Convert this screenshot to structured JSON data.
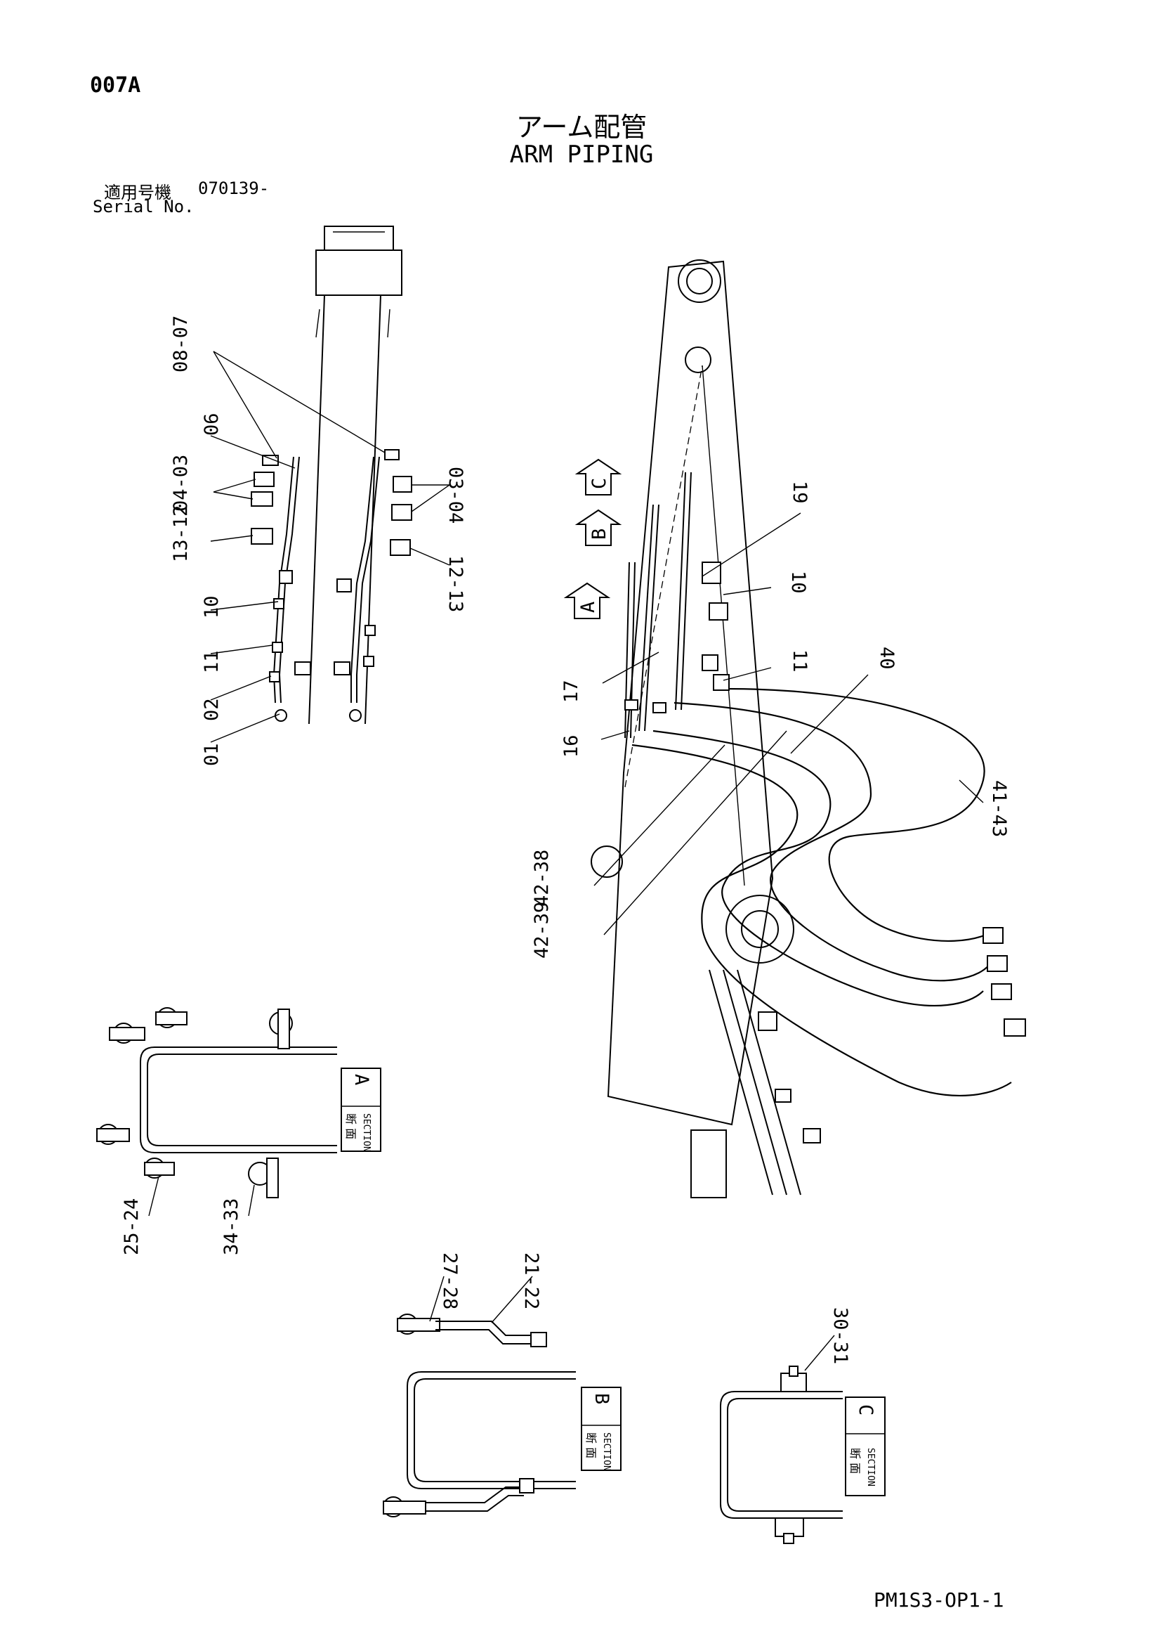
{
  "header": {
    "page_code": "007A",
    "title_jp": "アーム配管",
    "title_en": "ARM PIPING",
    "serial_label_jp": "適用号機",
    "serial_value": "070139-",
    "serial_label_en": "Serial No."
  },
  "sections": {
    "section_word_jp": "断 面",
    "section_word_en": "SECTION",
    "a": "A",
    "b": "B",
    "c": "C"
  },
  "view_arrows": {
    "a": "A",
    "b": "B",
    "c": "C"
  },
  "callouts": {
    "upper_left": [
      "08-07",
      "06",
      "04-03",
      "13-12",
      "10",
      "11",
      "02",
      "01"
    ],
    "upper_mid": [
      "03-04",
      "12-13"
    ],
    "upper_right": [
      "19",
      "10",
      "11",
      "40",
      "41-43",
      "17",
      "16",
      "42-38",
      "42-39"
    ],
    "section_a": [
      "25-24",
      "34-33"
    ],
    "section_b": [
      "27-28",
      "21-22"
    ],
    "section_c": [
      "30-31"
    ]
  },
  "footer": {
    "drawing_code": "PM1S3-OP1-1"
  }
}
